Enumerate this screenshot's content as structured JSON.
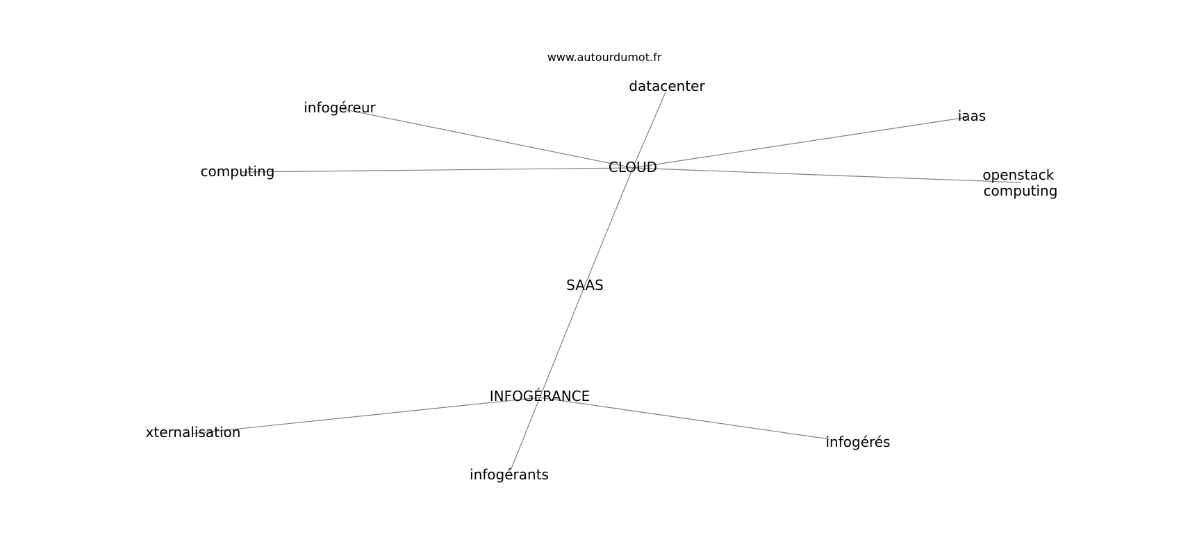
{
  "site": "www.autourdumot.fr",
  "nodes": {
    "cloud": "CLOUD",
    "saas": "SAAS",
    "infogerance": "INFOGÉRANCE",
    "datacenter": "datacenter",
    "infogereur": "infogéreur",
    "iaas": "iaas",
    "computing": "computing",
    "openstack": [
      "openstack",
      "computing"
    ],
    "externalisation": "xternalisation",
    "infogeres": "infogérés",
    "infogerants": "infogérants"
  },
  "edges": [
    [
      "cloud",
      "datacenter"
    ],
    [
      "cloud",
      "infogereur"
    ],
    [
      "cloud",
      "iaas"
    ],
    [
      "cloud",
      "computing"
    ],
    [
      "cloud",
      "openstack"
    ],
    [
      "cloud",
      "saas"
    ],
    [
      "saas",
      "infogerance"
    ],
    [
      "infogerance",
      "externalisation"
    ],
    [
      "infogerance",
      "infogeres"
    ],
    [
      "infogerance",
      "infogerants"
    ]
  ]
}
